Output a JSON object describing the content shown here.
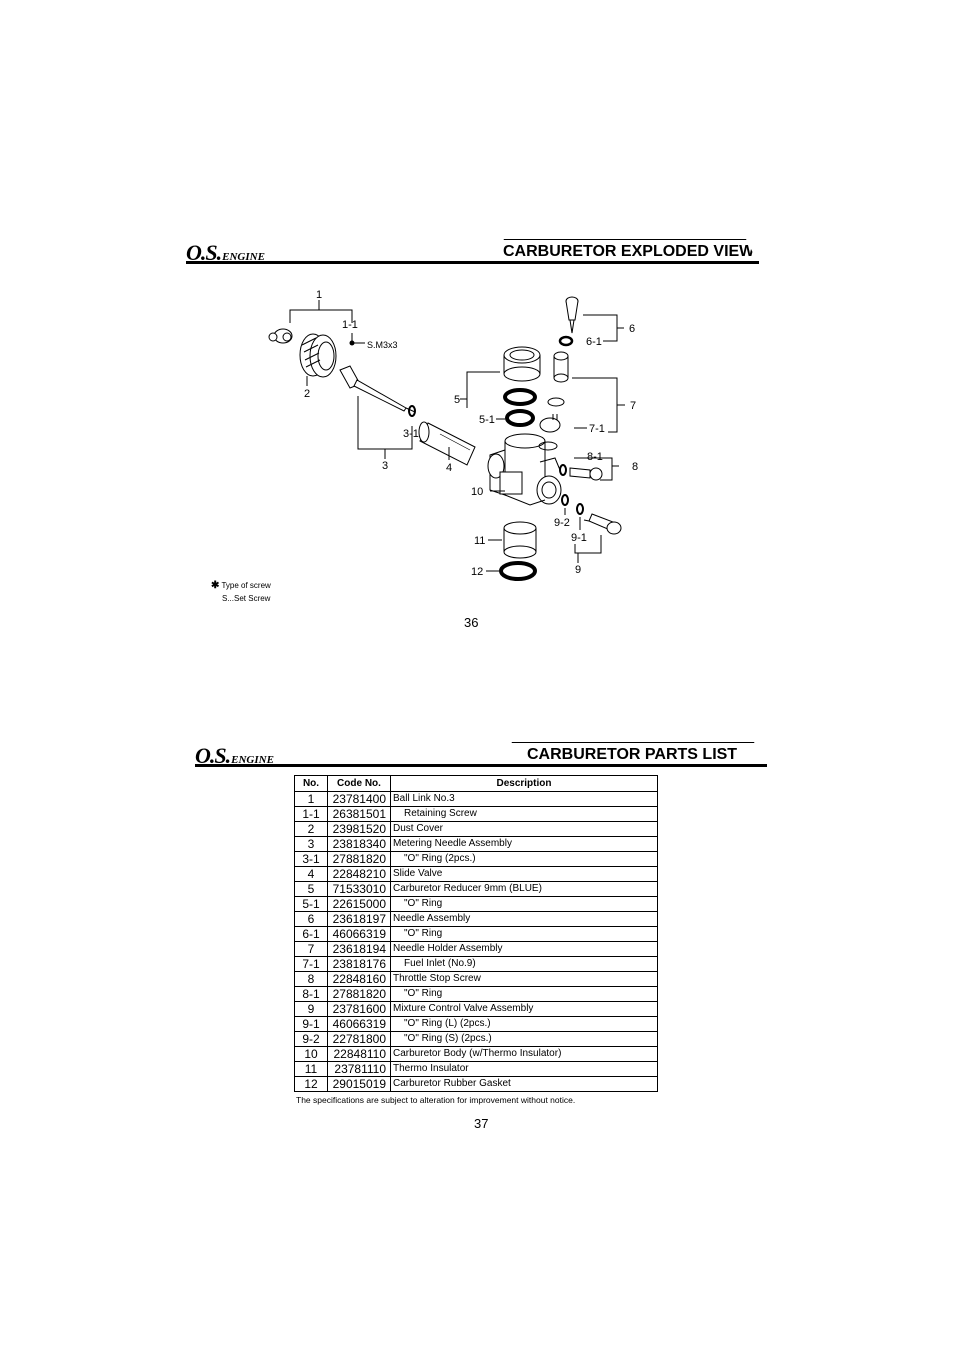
{
  "page1": {
    "logo": "O.S.",
    "logo_suffix": "ENGINE",
    "title": "CARBURETOR EXPLODED VIEW",
    "labels": [
      "1",
      "1-1",
      "S.M3x3",
      "2",
      "3-1",
      "3",
      "4",
      "5",
      "5-1",
      "6",
      "6-1",
      "7",
      "7-1",
      "8",
      "8-1",
      "9",
      "9-1",
      "9-2",
      "10",
      "11",
      "12"
    ],
    "screw_note_line1": "Type of screw",
    "screw_note_line2": "S...Set Screw",
    "screw_mark": "✱",
    "page_number": "36"
  },
  "page2": {
    "logo": "O.S.",
    "logo_suffix": "ENGINE",
    "title": "CARBURETOR PARTS LIST",
    "table": {
      "headers": [
        "No.",
        "Code No.",
        "Description"
      ],
      "rows": [
        {
          "no": "1",
          "code": "23781400",
          "desc": "Ball Link No.3",
          "indent": false
        },
        {
          "no": "1-1",
          "code": "26381501",
          "desc": "Retaining Screw",
          "indent": true
        },
        {
          "no": "2",
          "code": "23981520",
          "desc": "Dust Cover",
          "indent": false
        },
        {
          "no": "3",
          "code": "23818340",
          "desc": "Metering Needle Assembly",
          "indent": false
        },
        {
          "no": "3-1",
          "code": "27881820",
          "desc": "\"O\" Ring (2pcs.)",
          "indent": true
        },
        {
          "no": "4",
          "code": "22848210",
          "desc": "Slide Valve",
          "indent": false
        },
        {
          "no": "5",
          "code": "71533010",
          "desc": "Carburetor Reducer 9mm (BLUE)",
          "indent": false
        },
        {
          "no": "5-1",
          "code": "22615000",
          "desc": "\"O\" Ring",
          "indent": true
        },
        {
          "no": "6",
          "code": "23618197",
          "desc": "Needle Assembly",
          "indent": false
        },
        {
          "no": "6-1",
          "code": "46066319",
          "desc": "\"O\" Ring",
          "indent": true
        },
        {
          "no": "7",
          "code": "23618194",
          "desc": "Needle Holder Assembly",
          "indent": false
        },
        {
          "no": "7-1",
          "code": "23818176",
          "desc": "Fuel Inlet (No.9)",
          "indent": true
        },
        {
          "no": "8",
          "code": "22848160",
          "desc": "Throttle Stop Screw",
          "indent": false
        },
        {
          "no": "8-1",
          "code": "27881820",
          "desc": "\"O\" Ring",
          "indent": true
        },
        {
          "no": "9",
          "code": "23781600",
          "desc": "Mixture Control Valve Assembly",
          "indent": false
        },
        {
          "no": "9-1",
          "code": "46066319",
          "desc": "\"O\" Ring (L) (2pcs.)",
          "indent": true
        },
        {
          "no": "9-2",
          "code": "22781800",
          "desc": "\"O\" Ring (S) (2pcs.)",
          "indent": true
        },
        {
          "no": "10",
          "code": "22848110",
          "desc": "Carburetor Body (w/Thermo Insulator)",
          "indent": false
        },
        {
          "no": "11",
          "code": "23781110",
          "desc": "Thermo Insulator",
          "indent": false
        },
        {
          "no": "12",
          "code": "29015019",
          "desc": "Carburetor Rubber Gasket",
          "indent": false
        }
      ]
    },
    "footnote": "The specifications are subject to alteration for improvement without notice.",
    "page_number": "37"
  }
}
